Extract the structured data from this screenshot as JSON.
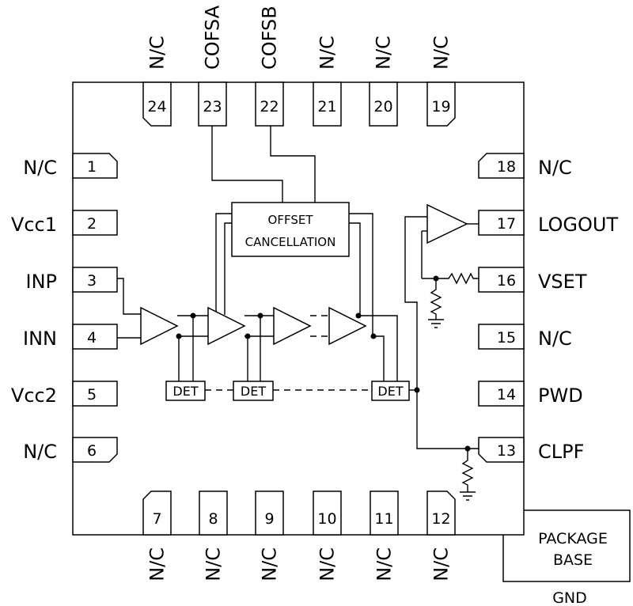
{
  "pins_left": [
    {
      "num": "1",
      "label": "N/C"
    },
    {
      "num": "2",
      "label": "Vcc1"
    },
    {
      "num": "3",
      "label": "INP"
    },
    {
      "num": "4",
      "label": "INN"
    },
    {
      "num": "5",
      "label": "Vcc2"
    },
    {
      "num": "6",
      "label": "N/C"
    }
  ],
  "pins_bottom": [
    {
      "num": "7",
      "label": "N/C"
    },
    {
      "num": "8",
      "label": "N/C"
    },
    {
      "num": "9",
      "label": "N/C"
    },
    {
      "num": "10",
      "label": "N/C"
    },
    {
      "num": "11",
      "label": "N/C"
    },
    {
      "num": "12",
      "label": "N/C"
    }
  ],
  "pins_right": [
    {
      "num": "13",
      "label": "CLPF"
    },
    {
      "num": "14",
      "label": "PWD"
    },
    {
      "num": "15",
      "label": "N/C"
    },
    {
      "num": "16",
      "label": "VSET"
    },
    {
      "num": "17",
      "label": "LOGOUT"
    },
    {
      "num": "18",
      "label": "N/C"
    }
  ],
  "pins_top": [
    {
      "num": "19",
      "label": "N/C"
    },
    {
      "num": "20",
      "label": "N/C"
    },
    {
      "num": "21",
      "label": "N/C"
    },
    {
      "num": "22",
      "label": "COFSB"
    },
    {
      "num": "23",
      "label": "COFSA"
    },
    {
      "num": "24",
      "label": "N/C"
    }
  ],
  "offset_block": {
    "line1": "OFFSET",
    "line2": "CANCELLATION"
  },
  "detectors": [
    "DET",
    "DET",
    "DET"
  ],
  "package_base": {
    "line1": "PACKAGE",
    "line2": "BASE",
    "ground": "GND"
  }
}
